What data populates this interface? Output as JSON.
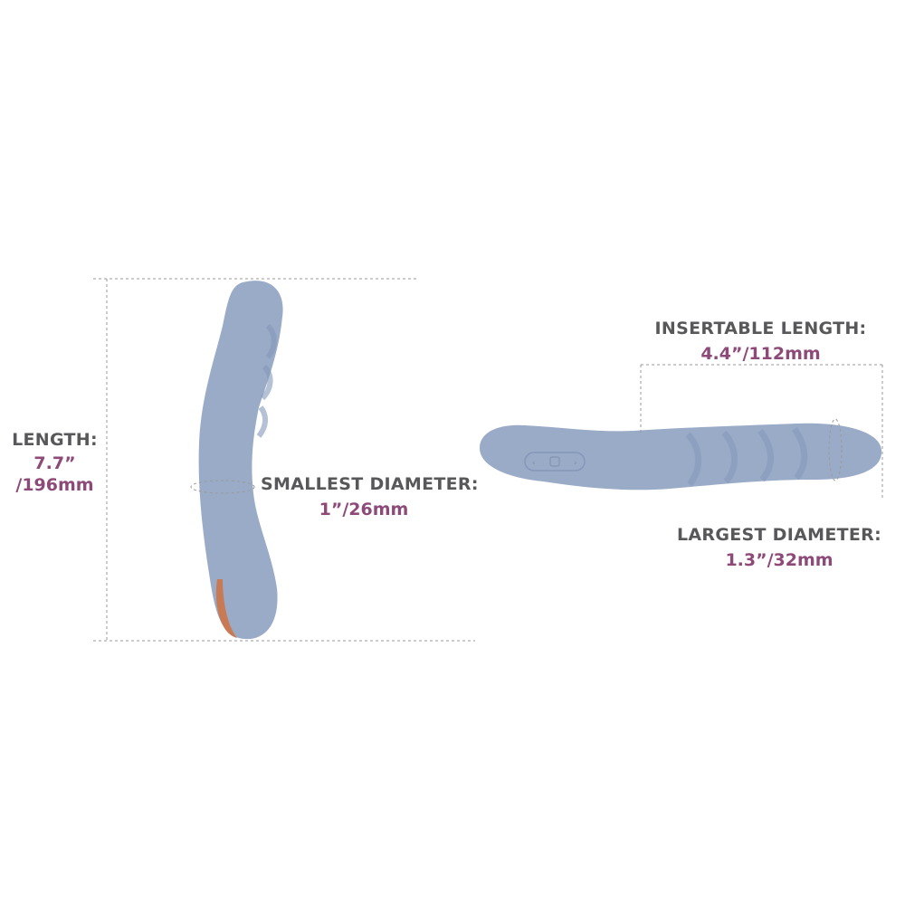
{
  "colors": {
    "product": "#9aabc8",
    "product_shade": "#8497b8",
    "accent_base": "#c87a55",
    "label": "#58575a",
    "value": "#8d4a78",
    "guide_line": "#9a9a9a"
  },
  "annotations": {
    "length": {
      "label": "LENGTH:",
      "value_line1": "7.7”",
      "value_line2": "/196mm"
    },
    "smallest_diameter": {
      "label": "SMALLEST DIAMETER:",
      "value": "1”/26mm"
    },
    "insertable_length": {
      "label": "INSERTABLE LENGTH:",
      "value": "4.4”/112mm"
    },
    "largest_diameter": {
      "label": "LARGEST DIAMETER:",
      "value": "1.3”/32mm"
    }
  },
  "control_panel": {
    "icons": [
      "minus-icon",
      "mode-icon",
      "plus-icon"
    ]
  }
}
